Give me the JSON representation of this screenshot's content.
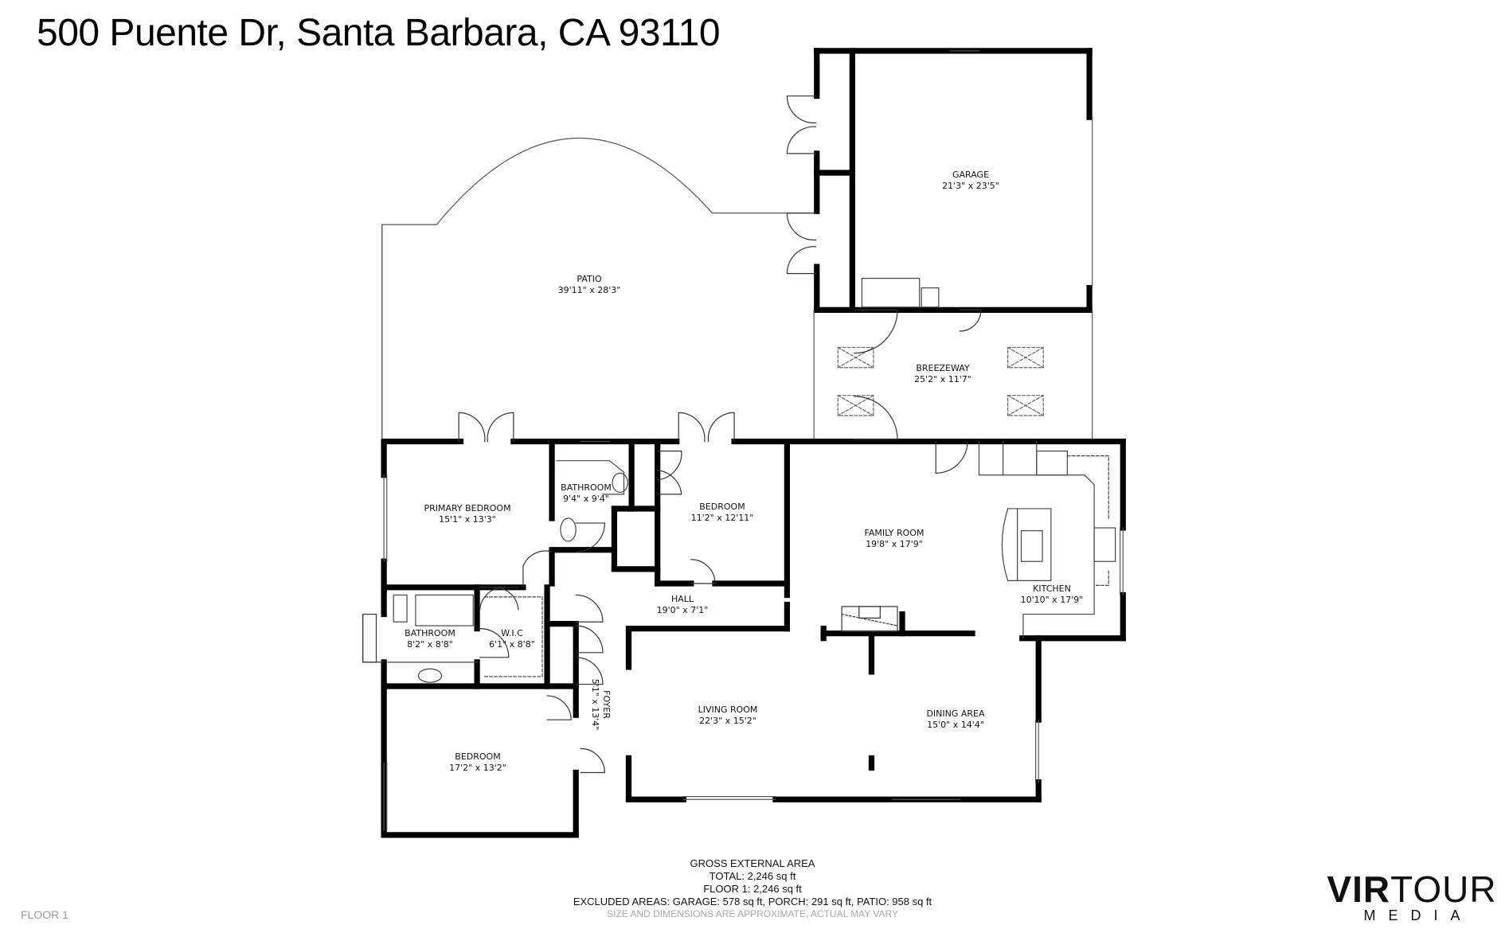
{
  "header": {
    "address": "500 Puente Dr, Santa Barbara, CA 93110"
  },
  "rooms": [
    {
      "name": "GARAGE",
      "dims": "21'3\" x 23'5\""
    },
    {
      "name": "PATIO",
      "dims": "39'11\" x 28'3\""
    },
    {
      "name": "BREEZEWAY",
      "dims": "25'2\" x 11'7\""
    },
    {
      "name": "PRIMARY BEDROOM",
      "dims": "15'1\" x 13'3\""
    },
    {
      "name": "BATHROOM",
      "dims": "9'4\" x 9'4\""
    },
    {
      "name": "BEDROOM",
      "dims": "11'2\" x 12'11\""
    },
    {
      "name": "FAMILY ROOM",
      "dims": "19'8\" x 17'9\""
    },
    {
      "name": "KITCHEN",
      "dims": "10'10\" x 17'9\""
    },
    {
      "name": "HALL",
      "dims": "19'0\" x 7'1\""
    },
    {
      "name": "BATHROOM",
      "dims": "8'2\" x 8'8\""
    },
    {
      "name": "W.I.C",
      "dims": "6'1\" x 8'8\""
    },
    {
      "name": "FOYER",
      "dims": "5'1\" x 13'4\""
    },
    {
      "name": "LIVING ROOM",
      "dims": "22'3\" x 15'2\""
    },
    {
      "name": "DINING AREA",
      "dims": "15'0\" x 14'4\""
    },
    {
      "name": "BEDROOM",
      "dims": "17'2\" x 13'2\""
    }
  ],
  "footer": {
    "heading": "GROSS EXTERNAL AREA",
    "total": "TOTAL: 2,246 sq ft",
    "floor1": "FLOOR 1: 2,246 sq ft",
    "excluded": "EXCLUDED AREAS: GARAGE: 578 sq ft, PORCH: 291 sq ft, PATIO: 958 sq ft",
    "disclaimer": "SIZE AND DIMENSIONS ARE APPROXIMATE, ACTUAL MAY VARY",
    "floor_label": "FLOOR 1"
  },
  "logo": {
    "brand_bold": "VIR",
    "brand_light": "TOUR",
    "sub": "MEDIA"
  },
  "colors": {
    "wall": "#000000",
    "line": "#555555",
    "dashed": "#666666",
    "background": "#ffffff",
    "muted_text": "#a8a8a8"
  }
}
